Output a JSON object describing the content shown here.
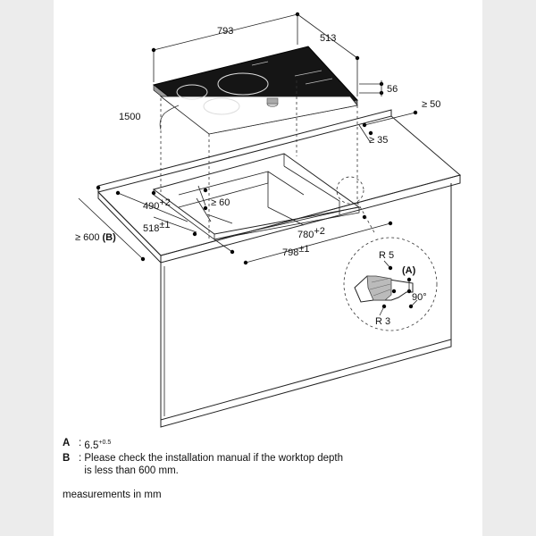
{
  "dimensions": {
    "width": "793",
    "depth": "513",
    "cable": "1500",
    "height": "56",
    "min_wall": "≥ 50",
    "min_front": "≥ 35",
    "min_clearance": "≥ 60",
    "cutout_depth": "490",
    "cutout_depth_tol": "+2",
    "cutout_depth_outer": "518",
    "cutout_depth_outer_tol": "±1",
    "cutout_width": "780",
    "cutout_width_tol": "+2",
    "cutout_width_outer": "798",
    "cutout_width_outer_tol": "±1",
    "worktop_depth": "≥ 600",
    "worktop_depth_ref": "(B)",
    "worktop_depth_ref_key": "B",
    "radius_top": "R 5",
    "radius_bottom": "R 3",
    "detail_ref": "(A)",
    "detail_ref_key": "A",
    "angle": "90°"
  },
  "notes": {
    "a_key": "A",
    "a_value": "6.5",
    "a_tol": "+0.5",
    "b_key": "B",
    "b_line1": "Please check the installation manual if the worktop depth",
    "b_line2": "is less than 600 mm."
  },
  "units": "measurements in mm"
}
